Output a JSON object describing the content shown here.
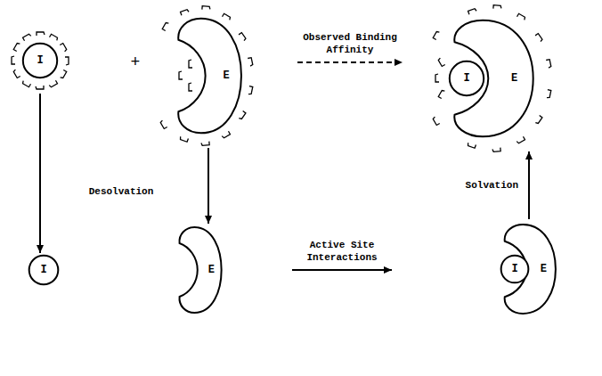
{
  "diagram": {
    "nodes": [
      {
        "text": [
          "I"
        ]
      },
      {
        "text": [
          "E"
        ]
      },
      {
        "text": [
          "E"
        ]
      },
      {
        "text": [
          "I"
        ],
        "in": 2
      },
      {
        "text": [
          "I"
        ]
      },
      {
        "text": [
          "E"
        ]
      },
      {
        "text": [
          "E"
        ]
      },
      {
        "text": [
          "I"
        ],
        "in": 6
      }
    ],
    "edges": [
      {
        "from": 0,
        "to": 4,
        "arrow": "to"
      },
      {
        "from": 1,
        "to": 5,
        "arrow": "to"
      },
      {
        "from": 1,
        "to": 2,
        "label": "Observed Binding Affinity",
        "arrow": "to"
      },
      {
        "from": 5,
        "to": 6,
        "label": "Active Site Interactions",
        "arrow": "to"
      },
      {
        "from": 6,
        "to": 2,
        "label": "Solvation",
        "arrow": "to"
      }
    ],
    "labels": [
      "+",
      "Desolvation"
    ]
  }
}
